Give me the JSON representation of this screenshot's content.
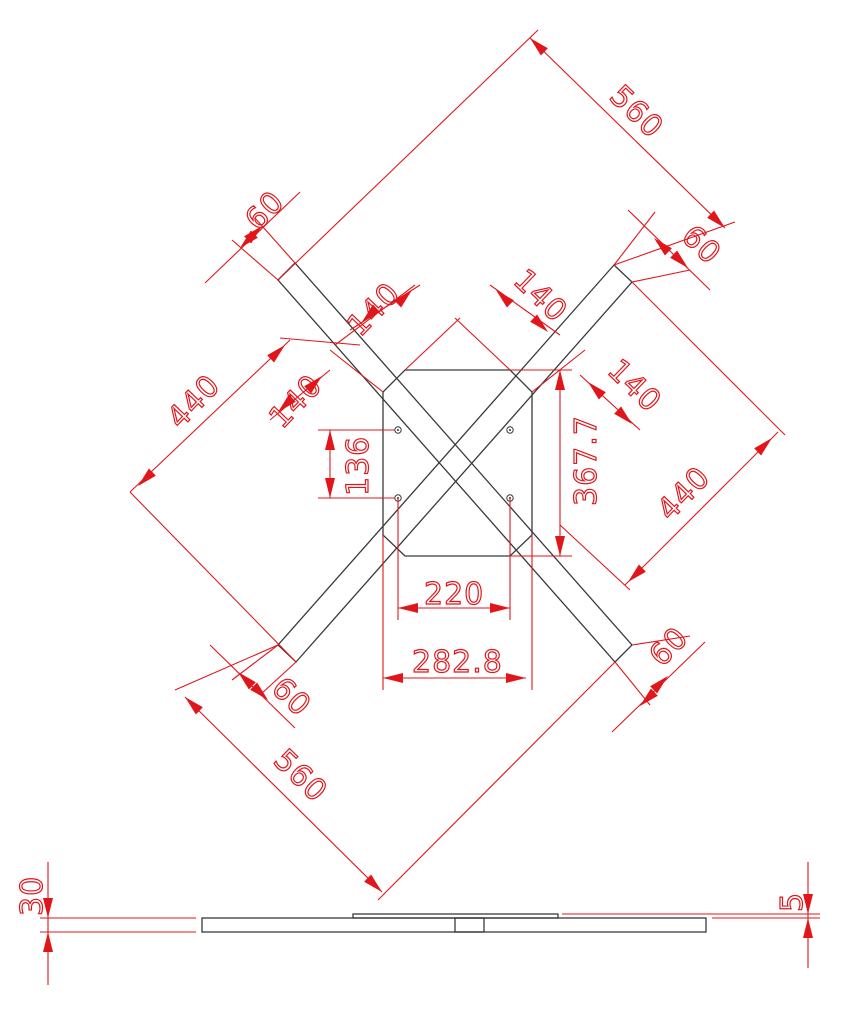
{
  "title": "",
  "colors": {
    "outline": "#3a3a3a",
    "dimension": "#e0161b",
    "background": "#ffffff"
  },
  "dims": {
    "bar_len_top": "560",
    "bar_len_bottom": "560",
    "bar_w_tl": "60",
    "bar_w_tr": "60",
    "bar_w_bl": "60",
    "bar_w_br": "60",
    "plate_edge_1": "140",
    "plate_edge_2": "140",
    "plate_edge_3": "140",
    "plate_edge_4": "140",
    "span_left": "440",
    "span_right": "440",
    "hole_v_spacing": "136",
    "plate_height": "367.7",
    "hole_h_spacing": "220",
    "plate_width": "282.8",
    "side_thickness": "30",
    "plate_thickness": "5"
  }
}
